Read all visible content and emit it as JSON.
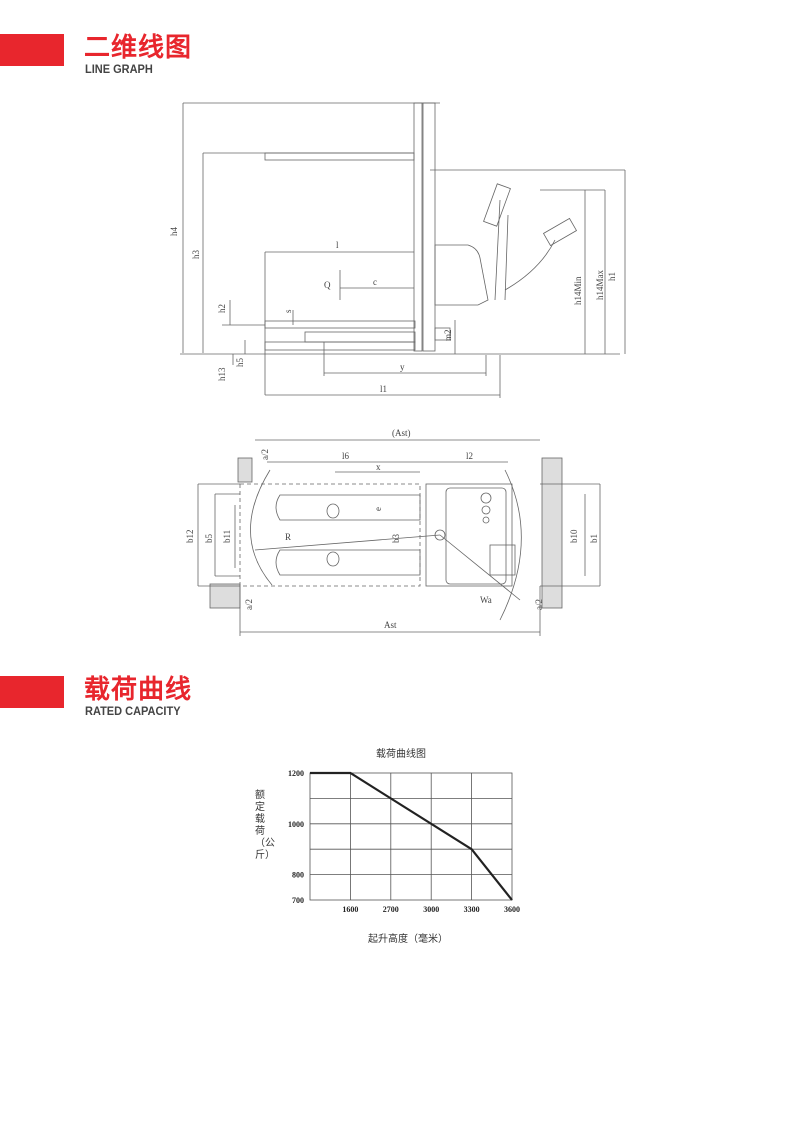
{
  "sections": [
    {
      "title": "二维线图",
      "subtitle": "LINE GRAPH"
    },
    {
      "title": "载荷曲线",
      "subtitle": "RATED CAPACITY"
    }
  ],
  "side_view_labels": {
    "h4": "h4",
    "h3": "h3",
    "l": "l",
    "Q": "Q",
    "c": "c",
    "h2": "h2",
    "s": "s",
    "h13": "h13",
    "h5": "h5",
    "m2": "m2",
    "y": "y",
    "l1": "l1",
    "h14min": "h14Min",
    "h14max": "h14Max",
    "h1": "h1"
  },
  "top_view_labels": {
    "ast_top": "(Ast)",
    "a2_top": "a/2",
    "l6": "l6",
    "x": "x",
    "l2": "l2",
    "b12": "b12",
    "b5": "b5",
    "b11": "b11",
    "e": "e",
    "b3": "b3",
    "R": "R",
    "b10": "b10",
    "b1": "b1",
    "wa": "Wa",
    "a2_left": "a/2",
    "a2_right": "a/2",
    "ast_bottom": "Ast"
  },
  "chart_data": {
    "type": "line",
    "title": "载荷曲线图",
    "xlabel": "起升高度（毫米）",
    "ylabel": "额定载荷（公斤）",
    "x_ticks": [
      "1600",
      "2700",
      "3000",
      "3300",
      "3600"
    ],
    "y_ticks": [
      "1200",
      "1000",
      "800",
      "700"
    ],
    "x": [
      "0",
      "1600",
      "3300",
      "3600"
    ],
    "y": [
      1200,
      1200,
      900,
      700
    ],
    "ylim": [
      700,
      1200
    ],
    "grid": true
  }
}
